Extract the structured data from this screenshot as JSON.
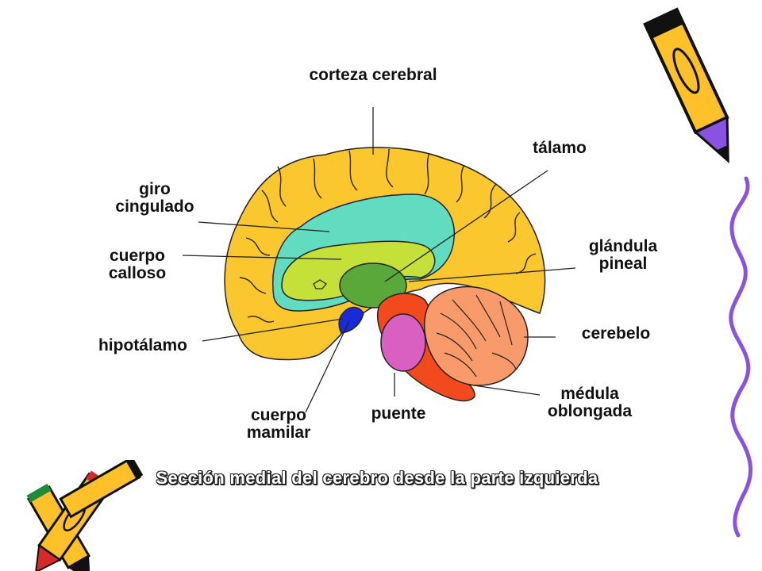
{
  "labels": {
    "corteza": "corteza cerebral",
    "talamo": "tálamo",
    "giro": "giro\ncingulado",
    "cuerpo_calloso": "cuerpo\ncalloso",
    "glandula": "glándula\npineal",
    "hipotalamo": "hipotálamo",
    "cerebelo": "cerebelo",
    "medula": "médula\noblongada",
    "puente": "puente",
    "cuerpo_mamilar": "cuerpo\nmamilar"
  },
  "caption": "Sección medial del cerebro desde la parte izquierda",
  "colors": {
    "cortex": "#fbc72e",
    "cingulate": "#62dcc0",
    "callosum": "#c5e038",
    "thalamus": "#5aa83a",
    "hypothalamus": "#1a2ad8",
    "pons": "#d960c0",
    "medulla": "#f24a1c",
    "cerebellum": "#f99a6a",
    "pencil_body": "#ffc12a",
    "pencil_tip": "#8a52e0"
  },
  "icons": [
    "pencil-icon",
    "crossed-pencils-icon",
    "purple-squiggle-border"
  ]
}
